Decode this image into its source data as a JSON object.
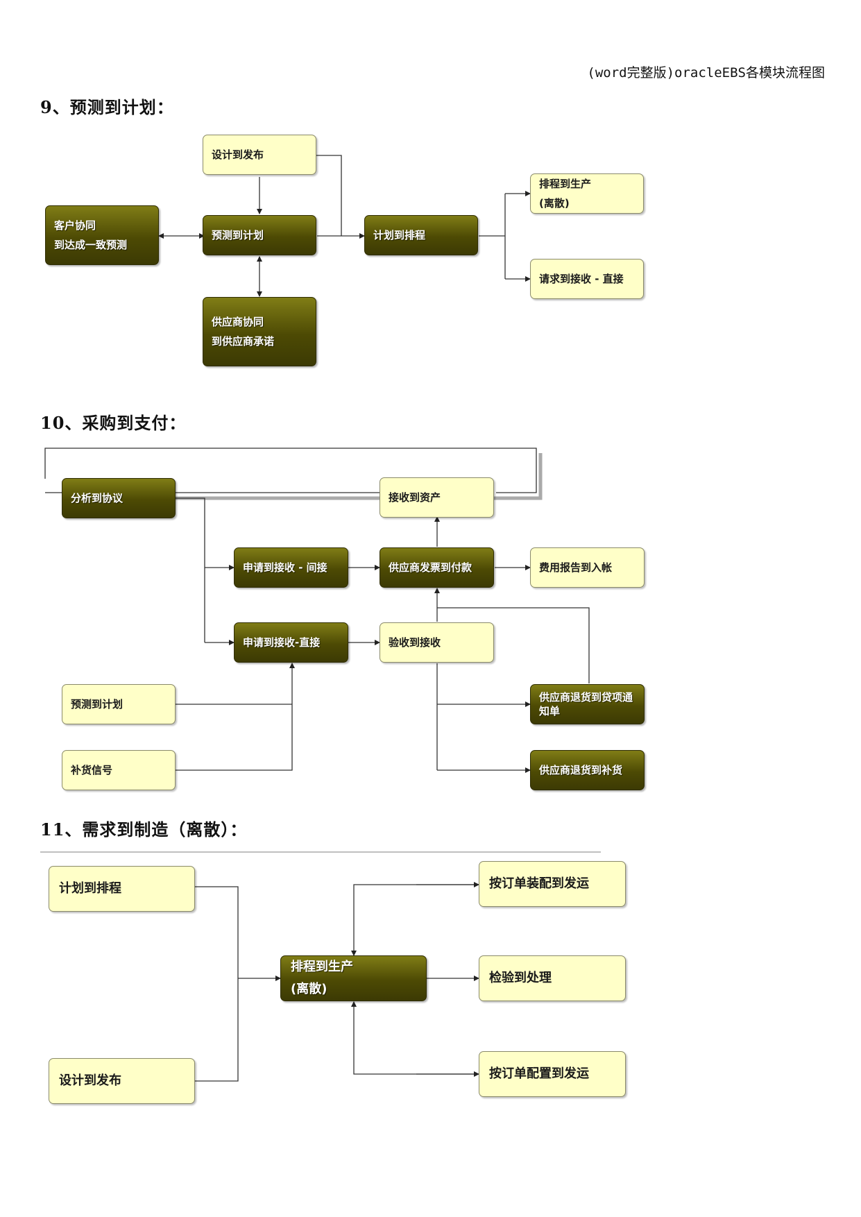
{
  "header": "(word完整版)oracleEBS各模块流程图",
  "sections": {
    "s9": {
      "title": "9、预测到计划：",
      "design_release": "设计到发布",
      "customer_collab": [
        "客户协同",
        "到达成一致预测"
      ],
      "forecast_plan": "预测到计划",
      "plan_schedule": "计划到排程",
      "schedule_production": [
        "排程到生产",
        "(离散)"
      ],
      "request_receipt_direct": "请求到接收 - 直接",
      "supplier_collab": [
        "供应商协同",
        "到供应商承诺"
      ]
    },
    "s10": {
      "title": "10、采购到支付：",
      "analysis_agreement": "分析到协议",
      "receipt_asset": "接收到资产",
      "request_receipt_indirect": "申请到接收 - 间接",
      "supplier_invoice_payment": "供应商发票到付款",
      "expense_report_posting": "费用报告到入帐",
      "request_receipt_direct": "申请到接收-直接",
      "inspection_receipt": "验收到接收",
      "forecast_plan": "预测到计划",
      "supplier_return_credit": [
        "供应商退货到贷项通",
        "知单"
      ],
      "replenish_signal": "补货信号",
      "supplier_return_replenish": "供应商退货到补货"
    },
    "s11": {
      "title": "11、需求到制造（离散）：",
      "plan_schedule": "计划到排程",
      "ato_ship": "按订单装配到发运",
      "schedule_production": [
        "排程到生产",
        "(离散)"
      ],
      "inspect_dispose": "检验到处理",
      "design_release": "设计到发布",
      "cto_ship": "按订单配置到发运"
    }
  }
}
